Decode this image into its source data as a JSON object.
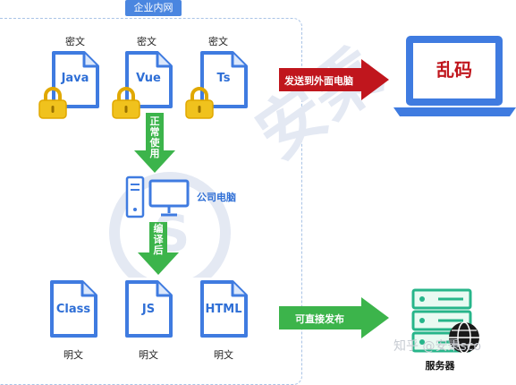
{
  "zone": {
    "title": "企业内网"
  },
  "encrypted": {
    "caption": "密文",
    "files": [
      "Java",
      "Vue",
      "Ts"
    ]
  },
  "step1": {
    "label": "正常使用"
  },
  "pc": {
    "label": "公司电脑"
  },
  "step2": {
    "label": "编译后"
  },
  "plain": {
    "caption": "明文",
    "files": [
      "Class",
      "JS",
      "HTML"
    ]
  },
  "send": {
    "label": "发送到外面电脑",
    "result": "乱码"
  },
  "deploy": {
    "label": "可直接发布"
  },
  "server": {
    "label": "服务器"
  },
  "watermark": {
    "text": "安秉",
    "source": "知乎 @安秉sco"
  },
  "colors": {
    "blue": "#3f7be0",
    "lock": "#f0c21d",
    "green": "#3cb44b",
    "red": "#c0161d"
  }
}
